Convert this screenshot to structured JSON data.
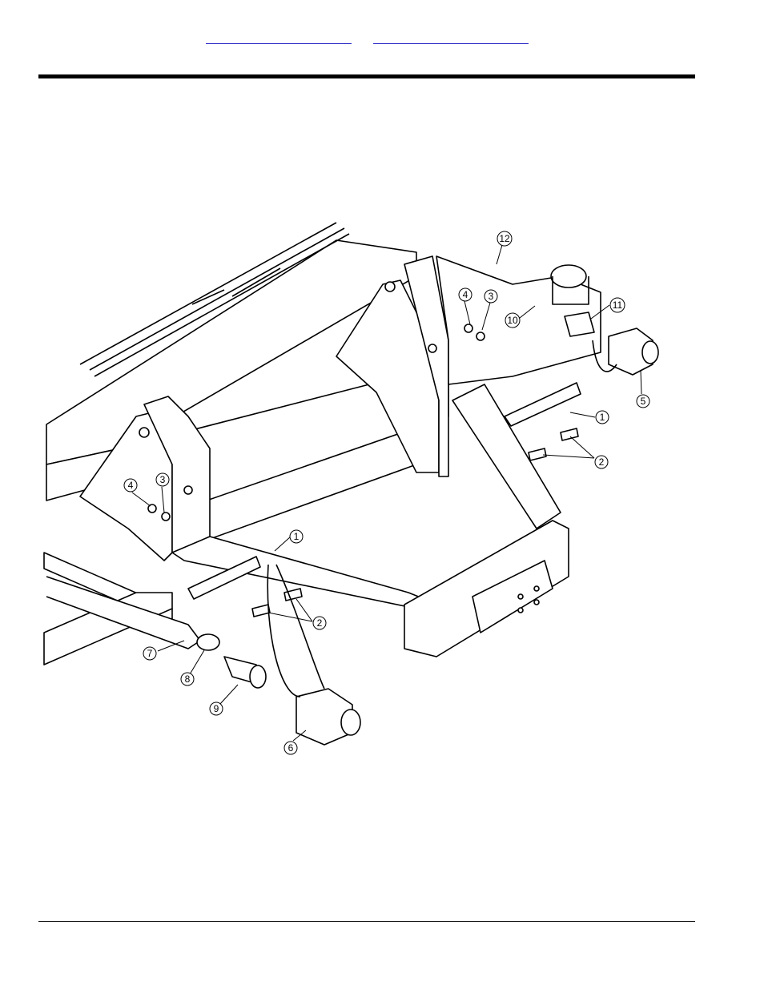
{
  "header": {
    "link_left": "",
    "link_right": ""
  },
  "callouts": [
    {
      "label": "12"
    },
    {
      "label": "4"
    },
    {
      "label": "3"
    },
    {
      "label": "10"
    },
    {
      "label": "11"
    },
    {
      "label": "5"
    },
    {
      "label": "1"
    },
    {
      "label": "2"
    },
    {
      "label": "4"
    },
    {
      "label": "3"
    },
    {
      "label": "1"
    },
    {
      "label": "2"
    },
    {
      "label": "7"
    },
    {
      "label": "8"
    },
    {
      "label": "9"
    },
    {
      "label": "6"
    }
  ]
}
